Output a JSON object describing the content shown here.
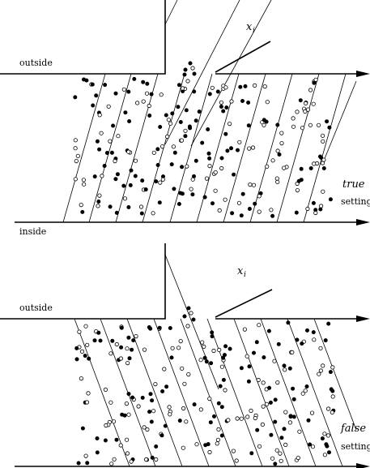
{
  "panels": [
    {
      "id": "true",
      "labels": {
        "outside": "outside",
        "inside": "inside",
        "x": "x",
        "x_sub": "i",
        "setting_word": "true",
        "setting_text": "setting"
      }
    },
    {
      "id": "false",
      "labels": {
        "outside": "outside",
        "x": "x",
        "x_sub": "i",
        "setting_word": "false",
        "setting_text": "setting"
      }
    }
  ],
  "colors": {
    "ink": "#000000",
    "paper": "#ffffff"
  }
}
